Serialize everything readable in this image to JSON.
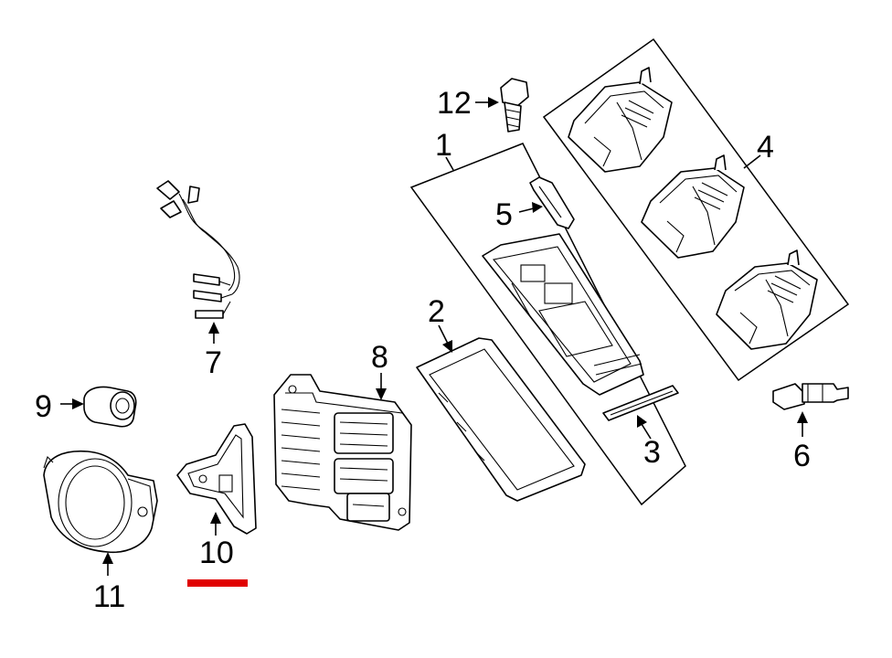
{
  "callouts": {
    "c1": "1",
    "c2": "2",
    "c3": "3",
    "c4": "4",
    "c5": "5",
    "c6": "6",
    "c7": "7",
    "c8": "8",
    "c9": "9",
    "c10": "10",
    "c11": "11",
    "c12": "12"
  },
  "highlight": {
    "part": "10",
    "color": "#e00000"
  }
}
